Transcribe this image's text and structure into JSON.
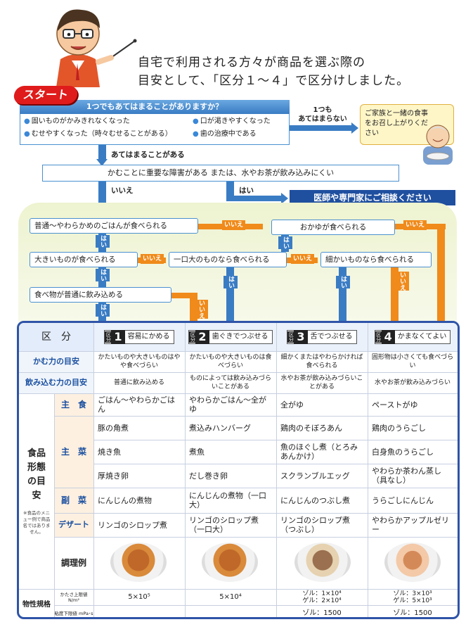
{
  "intro": {
    "line1": "自宅で利用される方々が商品を選ぶ際の",
    "line2": "目安として、「区分１～４」で区分けしました。"
  },
  "start_label": "スタート",
  "question": {
    "title": "1つでもあてはまることがありますか？",
    "items": [
      "固いものがかみきれなくなった",
      "口が渇きやすくなった",
      "むせやすくなった（時々むせることがある）",
      "歯の治療中である"
    ]
  },
  "no_match": {
    "label1": "1つも",
    "label2": "あてはまらない",
    "box": "ご家族と一緒の食事をお召し上がりください"
  },
  "match_label": "あてはまることがある",
  "check2": "かむことに重要な障害がある または、水やお茶が飲み込みにくい",
  "no_label": "いいえ",
  "yes_label": "はい",
  "consult": "医師や専門家にご相談ください",
  "flow": {
    "n1": "普通～やわらかめのごはんが食べられる",
    "n2": "おかゆが食べられる",
    "n3": "大きいものが食べられる",
    "n4": "一口大のものなら食べられる",
    "n5": "細かいものなら食べられる",
    "n6": "食べ物が普通に飲み込める"
  },
  "table": {
    "category_label": "区　分",
    "categories": [
      {
        "num": "1",
        "name": "容易にかめる"
      },
      {
        "num": "2",
        "name": "歯ぐきでつぶせる"
      },
      {
        "num": "3",
        "name": "舌でつぶせる"
      },
      {
        "num": "4",
        "name": "かまなくてよい"
      }
    ],
    "chew_label": "かむ力の目安",
    "chew": [
      "かたいものや大きいものはやや食べづらい",
      "かたいものや大きいものは食べづらい",
      "細かくまたはやわらかければ食べられる",
      "固形物は小さくても食べづらい"
    ],
    "swallow_label": "飲み込む力の目安",
    "swallow": [
      "普通に飲み込める",
      "ものによっては飲み込みづらいことがある",
      "水やお茶が飲み込みづらいことがある",
      "水やお茶が飲み込みづらい"
    ],
    "food_group": "食品形態の目安",
    "note": "※食品のメニュー例で商品名ではありません。",
    "rows": [
      {
        "label": "主　食",
        "v": [
          "ごはん～やわらかごはん",
          "やわらかごはん～全がゆ",
          "全がゆ",
          "ペーストがゆ"
        ]
      },
      {
        "label": "",
        "v": [
          "豚の角煮",
          "煮込みハンバーグ",
          "鶏肉のそぼろあん",
          "鶏肉のうらごし"
        ]
      },
      {
        "label": "主　菜",
        "v": [
          "焼き魚",
          "煮魚",
          "魚のほぐし煮（とろみあんかけ）",
          "白身魚のうらごし"
        ]
      },
      {
        "label": "",
        "v": [
          "厚焼き卵",
          "だし巻き卵",
          "スクランブルエッグ",
          "やわらか茶わん蒸し（具なし）"
        ]
      },
      {
        "label": "副　菜",
        "v": [
          "にんじんの煮物",
          "にんじんの煮物（一口大）",
          "にんじんのつぶし煮",
          "うらごしにんじん"
        ]
      },
      {
        "label": "デザート",
        "v": [
          "リンゴのシロップ煮",
          "リンゴのシロップ煮（一口大）",
          "リンゴのシロップ煮（つぶし）",
          "やわらかアップルゼリー"
        ]
      }
    ],
    "cook_label": "調理例",
    "prop_label": "物性規格",
    "hard_label": "かたさ上限値 N/m²",
    "visc_label": "粘度下限値 mPa･s",
    "hard": [
      "5×10⁵",
      "5×10⁴",
      "ゾル：1×10⁴\nゲル：2×10⁴",
      "ゾル：3×10³\nゲル：5×10³"
    ],
    "visc": [
      "",
      "",
      "ゾル：1500",
      "ゾル：1500"
    ]
  }
}
